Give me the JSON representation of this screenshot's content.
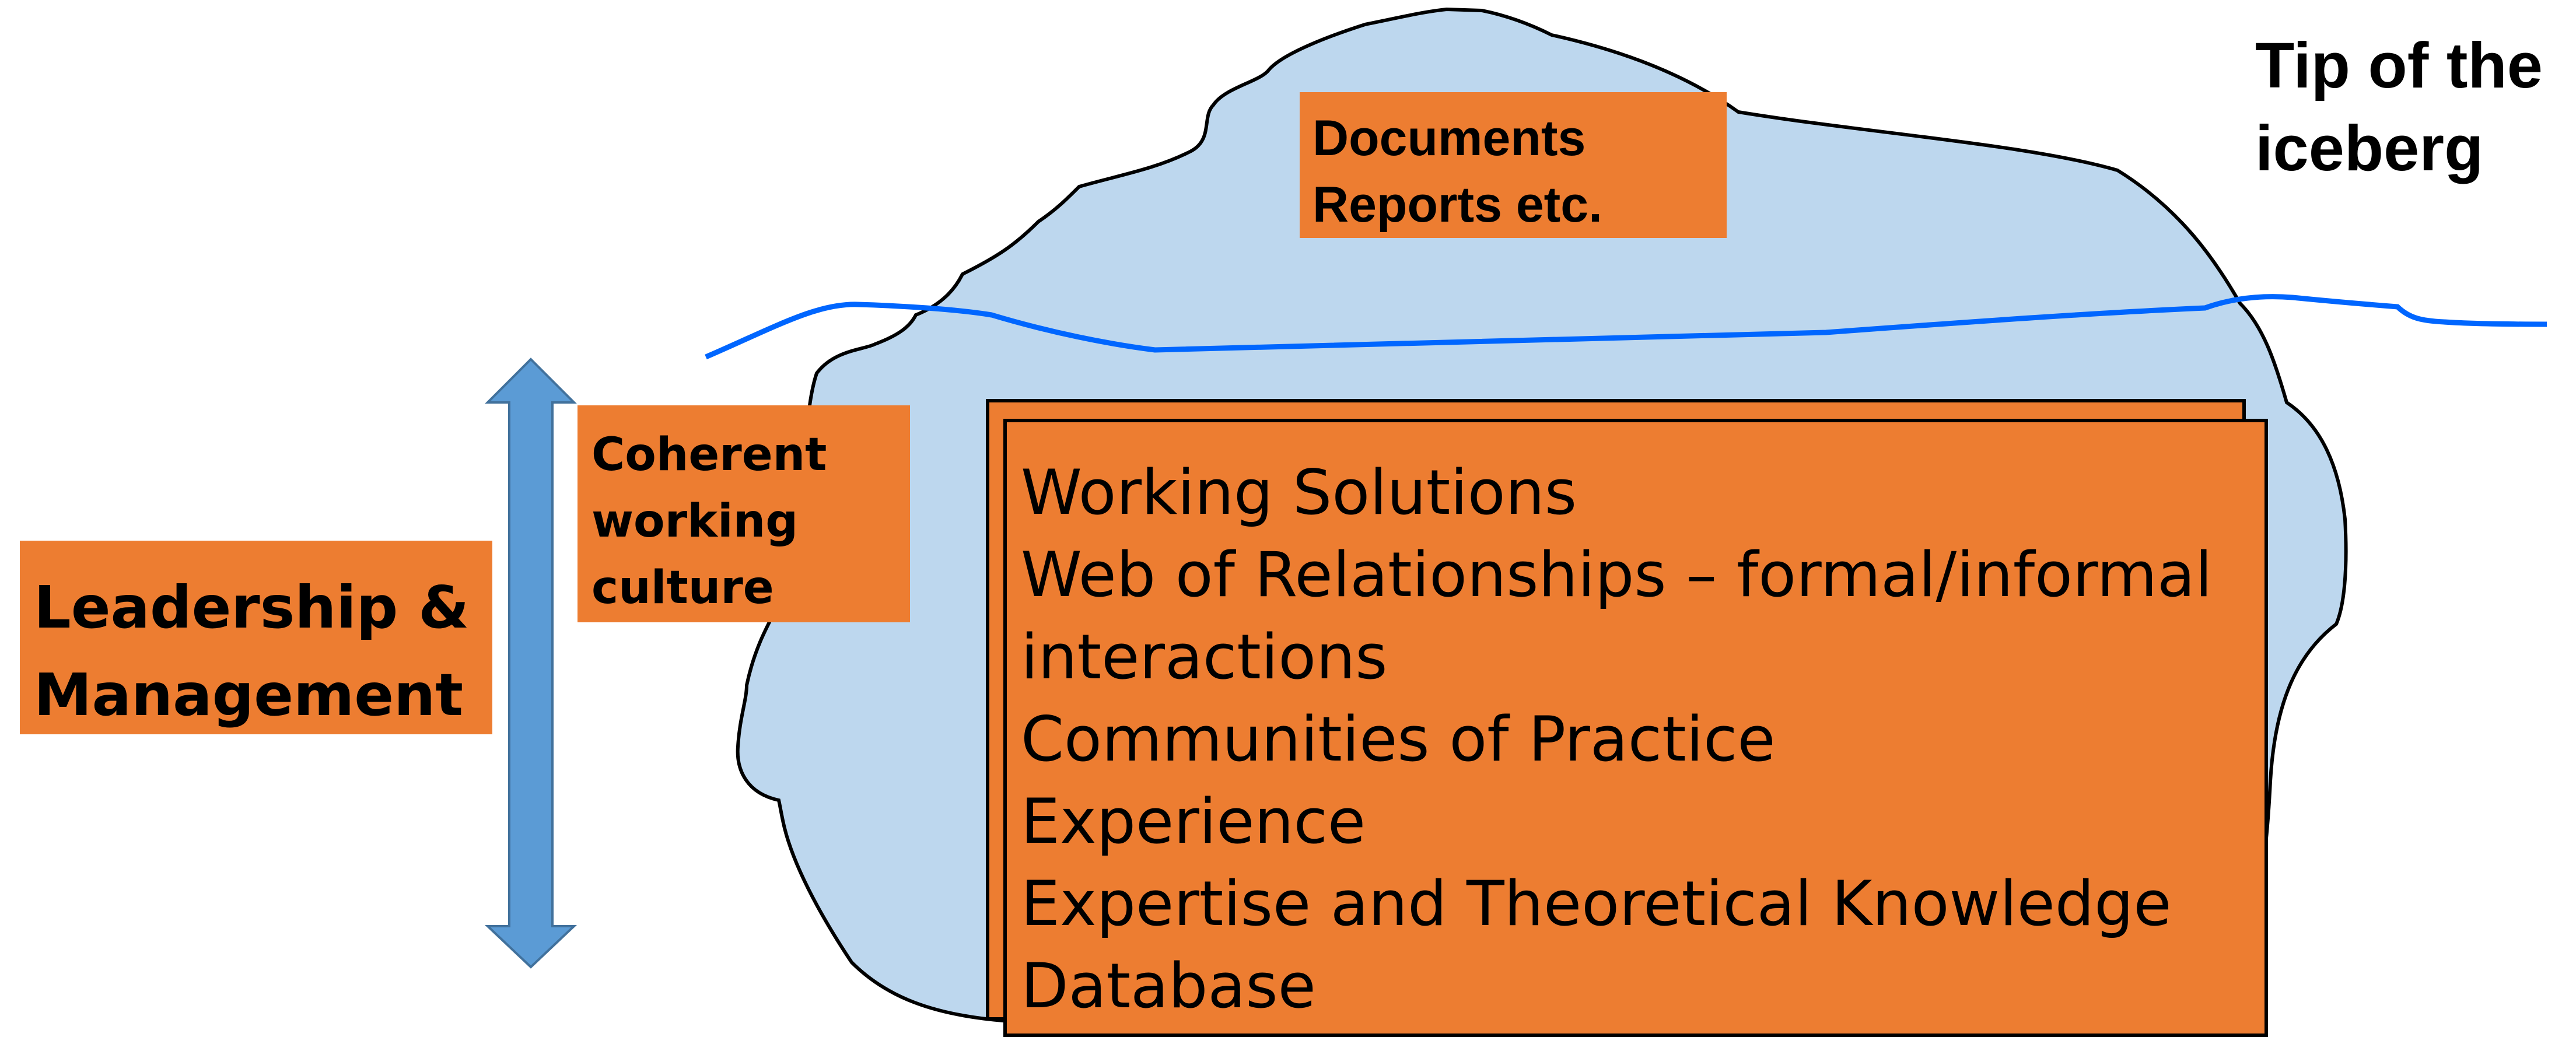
{
  "colors": {
    "iceberg_fill": "#BDD7EE",
    "iceberg_outline": "#000000",
    "waterline": "#0066FF",
    "box_fill": "#ED7D31",
    "arrow_fill": "#5B9BD5",
    "arrow_outline": "#41719C"
  },
  "icons": {
    "arrow": "double-headed-vertical-arrow"
  },
  "leadership": {
    "lines": [
      "Leadership &",
      "Management"
    ]
  },
  "culture": {
    "lines": [
      "Coherent",
      "working",
      "culture"
    ]
  },
  "documents": {
    "lines": [
      "Documents",
      "Reports etc."
    ]
  },
  "tip": {
    "lines": [
      "Tip of the",
      "iceberg"
    ]
  },
  "knowledge": {
    "items": [
      "Working Solutions",
      "Web of Relationships – formal/informal",
      "interactions",
      "Communities of Practice",
      "Experience",
      "Expertise and Theoretical Knowledge",
      "Database"
    ]
  }
}
